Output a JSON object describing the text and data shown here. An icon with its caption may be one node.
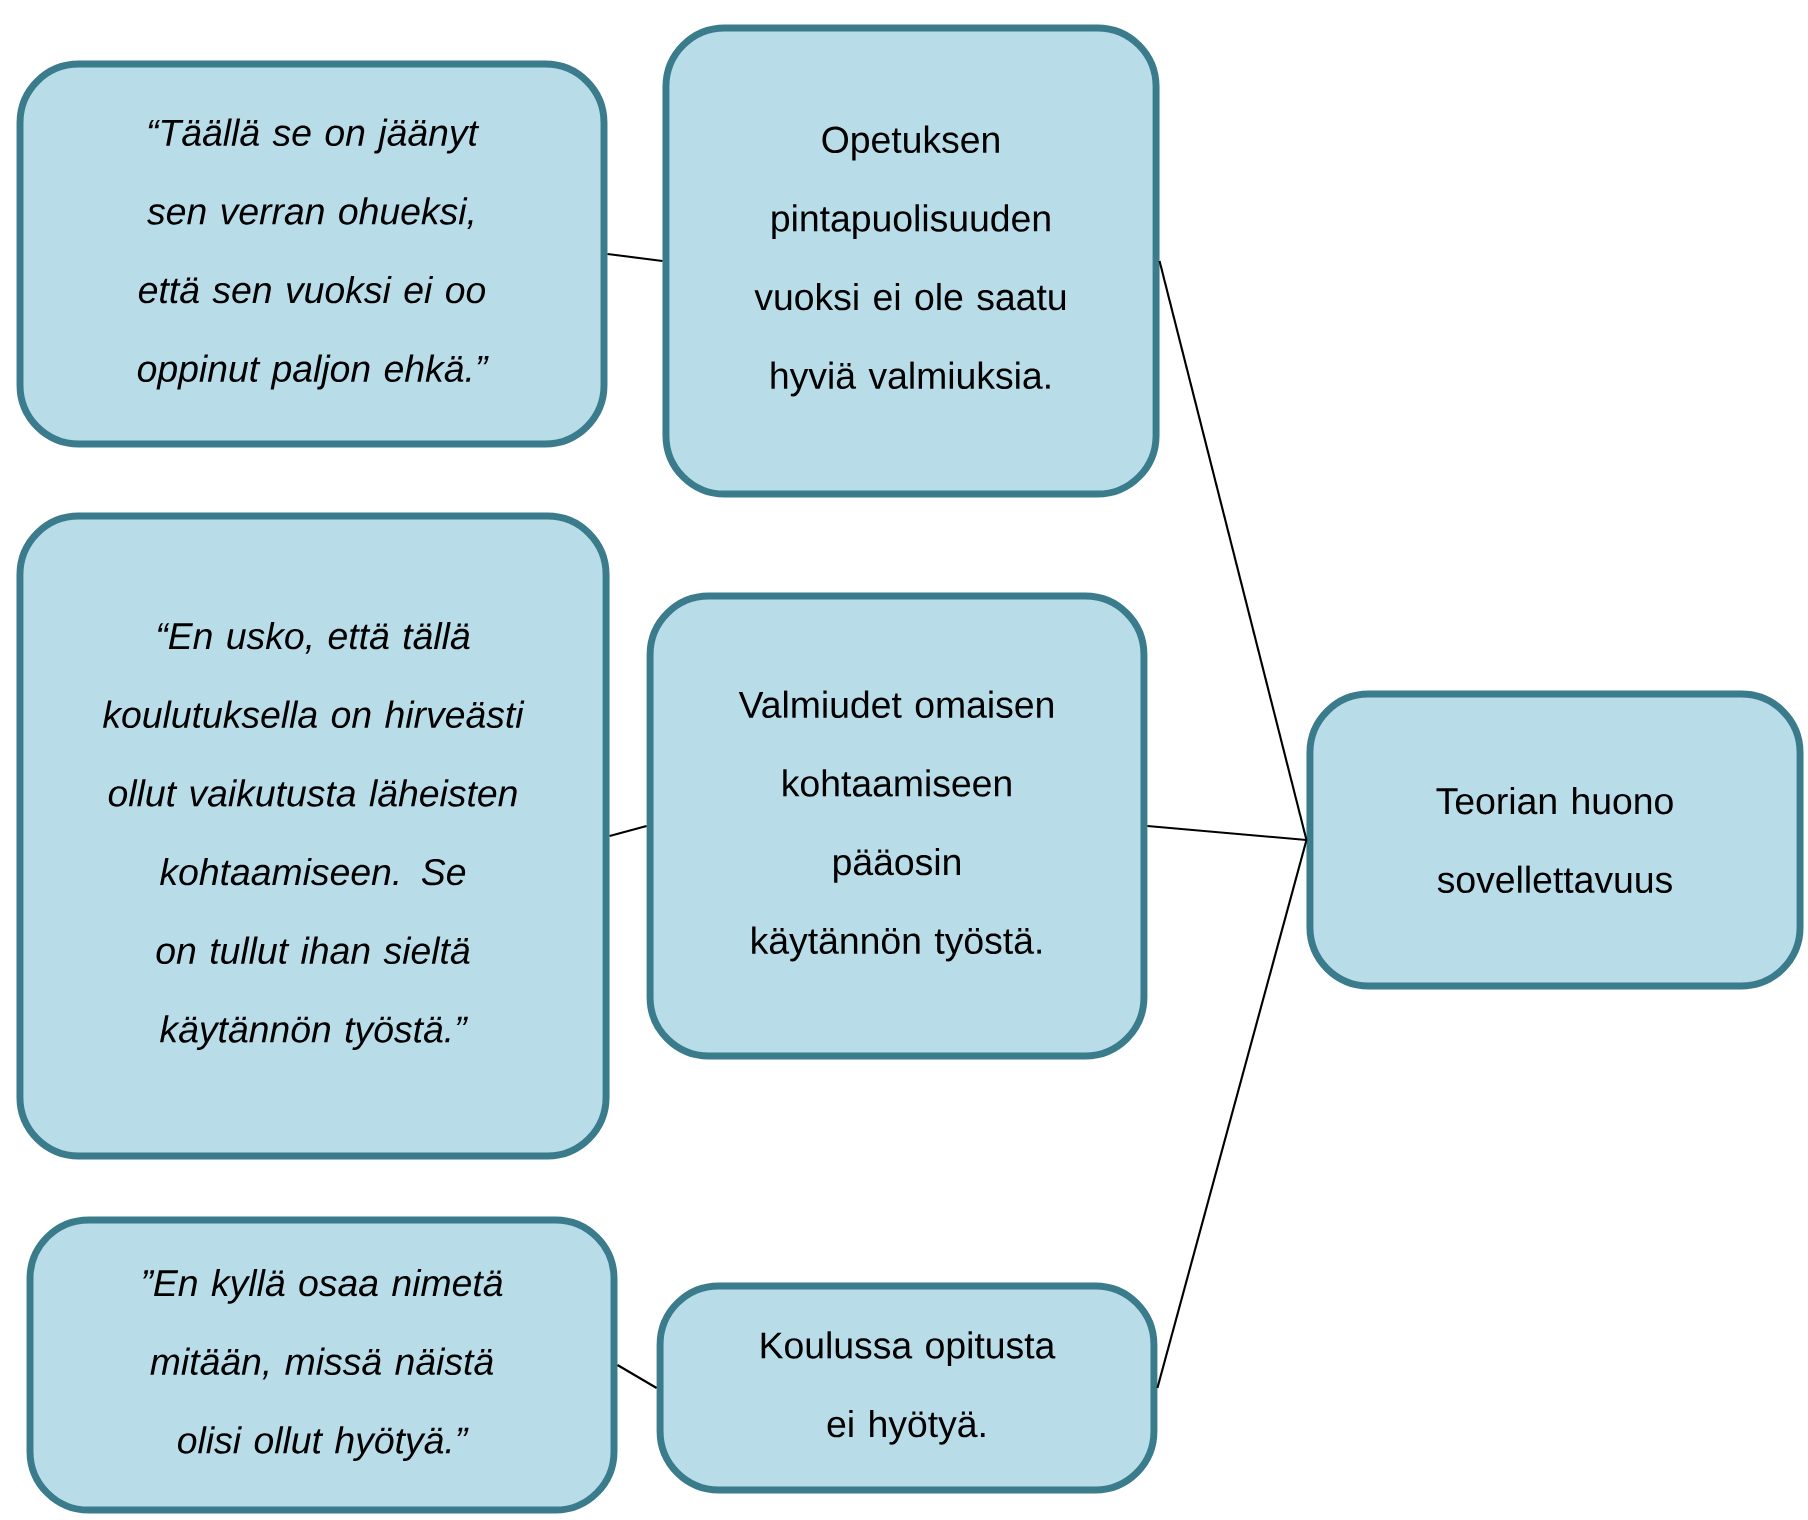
{
  "diagram": {
    "nodes": [
      {
        "text": [
          "“Täällä se on jäänyt sen verran ohueksi, että sen vuoksi ei oo oppinut paljon ehkä.”"
        ]
      },
      {
        "text": [
          "Opetuksen pintapuolisuuden vuoksi ei ole saatu hyviä valmiuksia."
        ]
      },
      {
        "text": [
          "“En usko, että tällä koulutuksella on hirveästi ollut vaikutusta läheisten kohtaamiseen. Se on tullut ihan sieltä käytännön työstä.”"
        ]
      },
      {
        "text": [
          "Valmiudet omaisen kohtaamiseen pääosin käytännön työstä."
        ]
      },
      {
        "text": [
          "Teorian huono sovellettavuus"
        ]
      },
      {
        "text": [
          "”En kyllä osaa nimetä mitään, missä näistä olisi ollut hyötyä.”"
        ]
      },
      {
        "text": [
          "Koulussa opitusta ei hyötyä."
        ]
      }
    ],
    "edges": [
      {
        "from": 0,
        "to": 1,
        "arrow": "none"
      },
      {
        "from": 2,
        "to": 3,
        "arrow": "none"
      },
      {
        "from": 5,
        "to": 6,
        "arrow": "none"
      },
      {
        "from": 1,
        "to": 4,
        "arrow": "none"
      },
      {
        "from": 3,
        "to": 4,
        "arrow": "none"
      },
      {
        "from": 6,
        "to": 4,
        "arrow": "none"
      }
    ]
  }
}
